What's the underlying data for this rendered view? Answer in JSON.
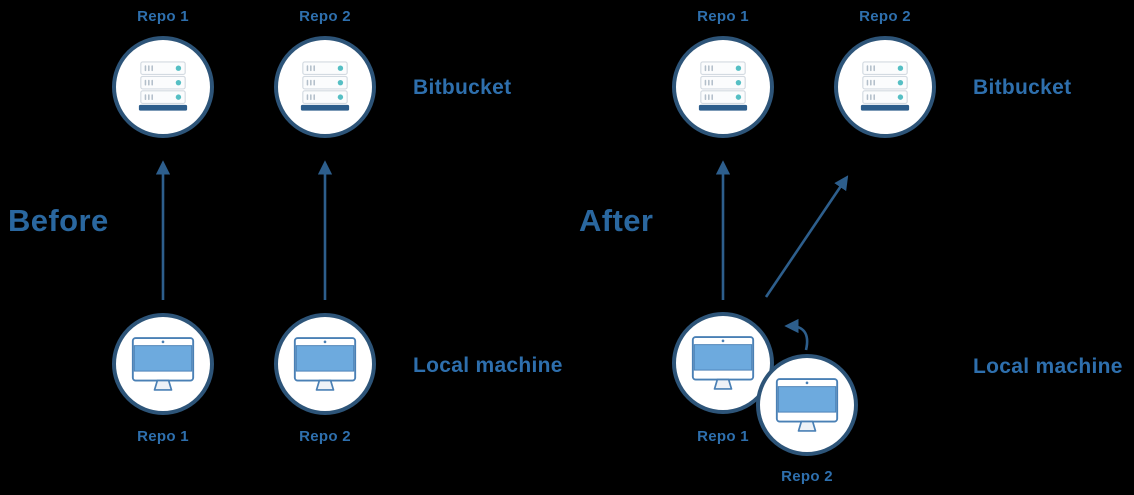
{
  "before": {
    "heading": "Before",
    "bitbucket_label": "Bitbucket",
    "local_machine_label": "Local machine",
    "remote_repos": [
      {
        "label": "Repo 1"
      },
      {
        "label": "Repo 2"
      }
    ],
    "local_repos": [
      {
        "label": "Repo 1"
      },
      {
        "label": "Repo 2"
      }
    ]
  },
  "after": {
    "heading": "After",
    "bitbucket_label": "Bitbucket",
    "local_machine_label": "Local machine",
    "remote_repos": [
      {
        "label": "Repo 1"
      },
      {
        "label": "Repo 2"
      }
    ],
    "local_repos": [
      {
        "label": "Repo 1"
      },
      {
        "label": "Repo 2"
      }
    ]
  },
  "icons": {
    "remote_node": "server-stack-icon",
    "local_node": "desktop-computer-icon",
    "push_arrow": "arrow-up-icon",
    "push_new_arrow": "arrow-up-right-icon",
    "merge_arrow": "curved-arrow-icon"
  },
  "colors": {
    "background": "#000000",
    "text_blue": "#2e6fad",
    "heading_blue": "#2a679f",
    "arrow_blue": "#2d5e8c",
    "circle_border": "#2d5478",
    "circle_fill": "#ffffff",
    "server_base": "#2d5e8c",
    "server_row_fill": "#fbfcfd",
    "server_row_stroke": "#d3dae1",
    "teal_dot": "#56bfc4",
    "screen_blue": "#6daade",
    "monitor_stroke": "#4a80b5"
  }
}
